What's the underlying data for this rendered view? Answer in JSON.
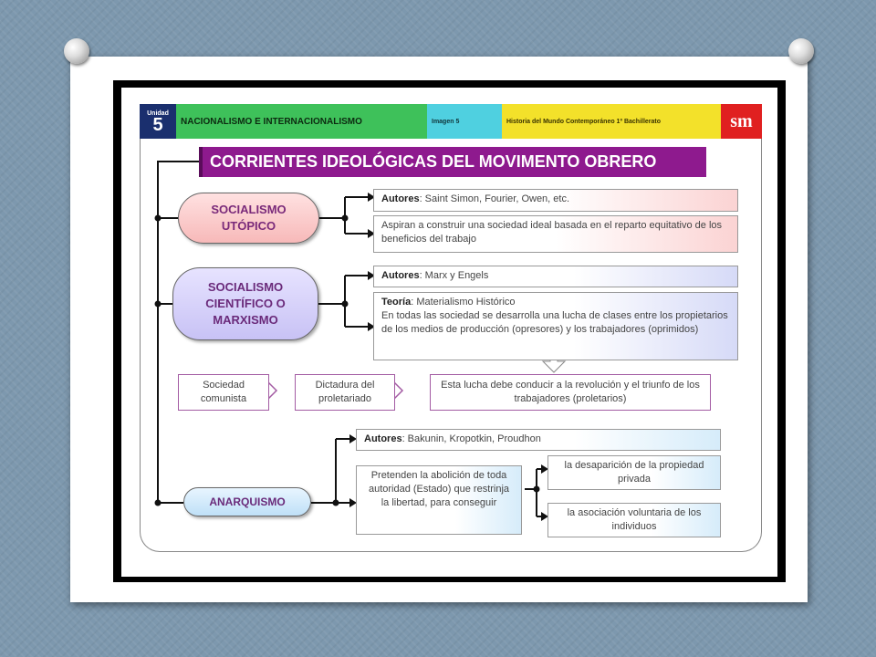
{
  "header": {
    "unidad_label": "Unidad",
    "unidad_number": "5",
    "title": "NACIONALISMO E INTERNACIONALISMO",
    "imagen": "Imagen 5",
    "course": "Historia del Mundo Contemporáneo 1º Bachillerato",
    "logo": "sm"
  },
  "title": "CORRIENTES IDEOLÓGICAS DEL MOVIMENTO OBRERO",
  "socialismo_utopico": {
    "label_1": "SOCIALISMO",
    "label_2": "UTÓPICO",
    "autores_key": "Autores",
    "autores": ": Saint Simon, Fourier, Owen, etc.",
    "aspiran": "Aspiran a construir una sociedad ideal basada en el reparto equitativo de los beneficios del trabajo"
  },
  "socialismo_cientifico": {
    "label_1": "SOCIALISMO",
    "label_2": "CIENTÍFICO O",
    "label_3": "MARXISMO",
    "autores_key": "Autores",
    "autores": ": Marx y Engels",
    "teoria_key": "Teoría",
    "teoria": ": Materialismo Histórico",
    "teoria_text": "En todas las sociedad se desarrolla una lucha de clases entre los propietarios de los medios de producción (opresores) y los trabajadores (oprimidos)",
    "lucha": "Esta lucha debe conducir a la revolución y el triunfo de los trabajadores (proletarios)",
    "dictadura": "Dictadura del proletariado",
    "sociedad": "Sociedad comunista"
  },
  "anarquismo": {
    "label": "ANARQUISMO",
    "autores_key": "Autores",
    "autores": ": Bakunin, Kropotkin, Proudhon",
    "pretenden": "Pretenden la abolición de toda autoridad (Estado) que restrinja la libertad, para conseguir",
    "desaparicion": "la desaparición de la propiedad privada",
    "asociacion": "la asociación voluntaria de los individuos"
  }
}
